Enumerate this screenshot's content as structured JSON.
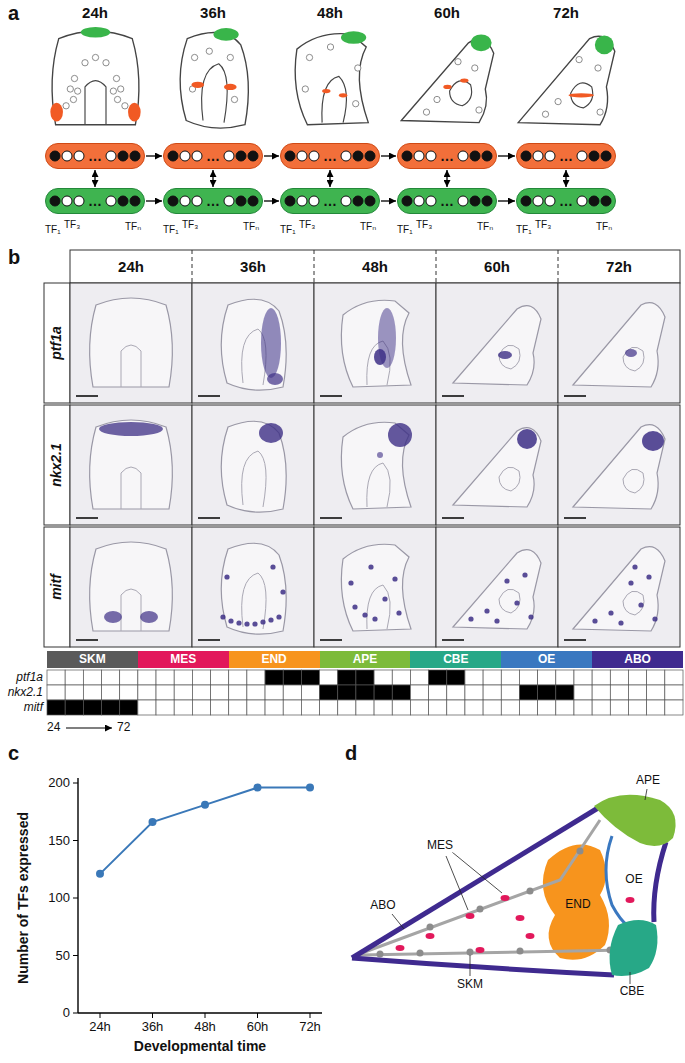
{
  "diagram": {
    "nodes": [
      {
        "text": [
          "…"
        ]
      },
      {
        "text": [
          "…"
        ]
      },
      {
        "text": [
          "…"
        ]
      },
      {
        "text": [
          "…"
        ]
      },
      {
        "text": [
          "…"
        ]
      },
      {
        "text": [
          "…"
        ]
      },
      {
        "text": [
          "…"
        ]
      },
      {
        "text": [
          "…"
        ]
      },
      {
        "text": [
          "…"
        ]
      },
      {
        "text": [
          "…"
        ]
      }
    ],
    "edges": [
      {
        "from": 0,
        "to": 1,
        "arrow": "to"
      },
      {
        "from": 1,
        "to": 2,
        "arrow": "to"
      },
      {
        "from": 2,
        "to": 3,
        "arrow": "to"
      },
      {
        "from": 3,
        "to": 4,
        "arrow": "to"
      },
      {
        "from": 5,
        "to": 6,
        "arrow": "to"
      },
      {
        "from": 6,
        "to": 7,
        "arrow": "to"
      },
      {
        "from": 7,
        "to": 8,
        "arrow": "to"
      },
      {
        "from": 8,
        "to": 9,
        "arrow": "to"
      },
      {
        "from": 0,
        "to": 5,
        "arrow": "both"
      },
      {
        "from": 1,
        "to": 6,
        "arrow": "both"
      },
      {
        "from": 2,
        "to": 7,
        "arrow": "both"
      },
      {
        "from": 3,
        "to": 8,
        "arrow": "both"
      },
      {
        "from": 4,
        "to": 9,
        "arrow": "both"
      }
    ],
    "labels": [
      "a",
      "24h",
      "36h",
      "48h",
      "60h",
      "72h",
      "TF₁",
      "TF₃",
      "TFₙ",
      "TF₁",
      "TF₃",
      "TFₙ",
      "TF₁",
      "TF₃",
      "TFₙ",
      "TF₁",
      "TF₃",
      "TFₙ",
      "TF₁",
      "TF₃",
      "TFₙ",
      "b",
      "24h",
      "36h",
      "48h",
      "60h",
      "72h",
      "ptf1a",
      "nkx2.1",
      "mitf",
      "ptf1a",
      "nkx2.1",
      "mitf",
      "24",
      "72",
      "c",
      "Number of TFs expressed",
      "0",
      "50",
      "100",
      "150",
      "200",
      "24h",
      "36h",
      "48h",
      "60h",
      "72h",
      "Developmental time",
      "d",
      "APE",
      "MES",
      "ABO",
      "OE",
      "END",
      "CBE",
      "SKM"
    ],
    "legend": [
      {
        "text": "SKM",
        "color": "#5a5a5a"
      },
      {
        "text": "MES",
        "color": "#e2185b"
      },
      {
        "text": "END",
        "color": "#f7941d"
      },
      {
        "text": "APE",
        "color": "#7dbb3a"
      },
      {
        "text": "CBE",
        "color": "#27a887"
      },
      {
        "text": "OE",
        "color": "#3a78c0"
      },
      {
        "text": "ABO",
        "color": "#3f2a8f"
      }
    ]
  }
}
